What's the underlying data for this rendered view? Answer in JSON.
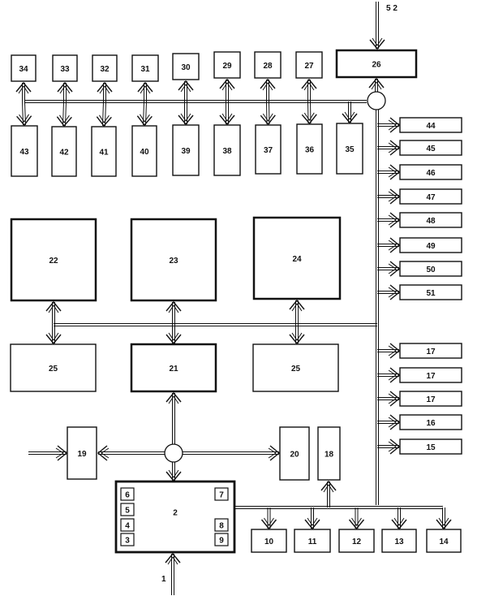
{
  "diagram": {
    "type": "block-diagram",
    "description": "System block diagram with buses, junction nodes and numbered units",
    "inputs": [
      {
        "id": "in-1",
        "label": "1",
        "target": "2"
      },
      {
        "id": "in-52",
        "label": "5 2",
        "target": "26"
      },
      {
        "id": "in-19",
        "label": "",
        "target": "19"
      }
    ],
    "blocks": [
      {
        "id": "b34",
        "label": "34",
        "group": "top-row-upper"
      },
      {
        "id": "b33",
        "label": "33",
        "group": "top-row-upper"
      },
      {
        "id": "b32",
        "label": "32",
        "group": "top-row-upper"
      },
      {
        "id": "b31",
        "label": "31",
        "group": "top-row-upper"
      },
      {
        "id": "b30",
        "label": "30",
        "group": "top-row-upper"
      },
      {
        "id": "b29",
        "label": "29",
        "group": "top-row-upper"
      },
      {
        "id": "b28",
        "label": "28",
        "group": "top-row-upper"
      },
      {
        "id": "b27",
        "label": "27",
        "group": "top-row-upper"
      },
      {
        "id": "b26",
        "label": "26",
        "group": "controller",
        "emphasis": "bold"
      },
      {
        "id": "b43",
        "label": "43",
        "group": "top-row-lower"
      },
      {
        "id": "b42",
        "label": "42",
        "group": "top-row-lower"
      },
      {
        "id": "b41",
        "label": "41",
        "group": "top-row-lower"
      },
      {
        "id": "b40",
        "label": "40",
        "group": "top-row-lower"
      },
      {
        "id": "b39",
        "label": "39",
        "group": "top-row-lower"
      },
      {
        "id": "b38",
        "label": "38",
        "group": "top-row-lower"
      },
      {
        "id": "b37",
        "label": "37",
        "group": "top-row-lower"
      },
      {
        "id": "b36",
        "label": "36",
        "group": "top-row-lower"
      },
      {
        "id": "b35",
        "label": "35",
        "group": "top-row-lower"
      },
      {
        "id": "b44",
        "label": "44",
        "group": "right-column"
      },
      {
        "id": "b45",
        "label": "45",
        "group": "right-column"
      },
      {
        "id": "b46",
        "label": "46",
        "group": "right-column"
      },
      {
        "id": "b47",
        "label": "47",
        "group": "right-column"
      },
      {
        "id": "b48",
        "label": "48",
        "group": "right-column"
      },
      {
        "id": "b49",
        "label": "49",
        "group": "right-column"
      },
      {
        "id": "b50",
        "label": "50",
        "group": "right-column"
      },
      {
        "id": "b51",
        "label": "51",
        "group": "right-column"
      },
      {
        "id": "b22",
        "label": "22",
        "group": "large",
        "emphasis": "bold"
      },
      {
        "id": "b23",
        "label": "23",
        "group": "large",
        "emphasis": "bold"
      },
      {
        "id": "b24",
        "label": "24",
        "group": "large",
        "emphasis": "bold"
      },
      {
        "id": "b25a",
        "label": "25",
        "group": "middle"
      },
      {
        "id": "b21",
        "label": "21",
        "group": "middle",
        "emphasis": "bold"
      },
      {
        "id": "b25b",
        "label": "25",
        "group": "middle"
      },
      {
        "id": "b17a",
        "label": "17",
        "group": "right-column-lower"
      },
      {
        "id": "b17b",
        "label": "17",
        "group": "right-column-lower"
      },
      {
        "id": "b17c",
        "label": "17",
        "group": "right-column-lower"
      },
      {
        "id": "b16",
        "label": "16",
        "group": "right-column-lower"
      },
      {
        "id": "b15",
        "label": "15",
        "group": "right-column-lower"
      },
      {
        "id": "b19",
        "label": "19",
        "group": "lower"
      },
      {
        "id": "b20",
        "label": "20",
        "group": "lower"
      },
      {
        "id": "b18",
        "label": "18",
        "group": "lower"
      },
      {
        "id": "b2",
        "label": "2",
        "group": "main-unit",
        "emphasis": "bold",
        "sub_blocks": [
          {
            "id": "s6a",
            "label": "6"
          },
          {
            "id": "s5",
            "label": "5"
          },
          {
            "id": "s4",
            "label": "4"
          },
          {
            "id": "s3",
            "label": "3"
          },
          {
            "id": "s7",
            "label": "7"
          },
          {
            "id": "s8",
            "label": "8"
          },
          {
            "id": "s9",
            "label": "9"
          }
        ]
      },
      {
        "id": "b10",
        "label": "10",
        "group": "bottom-row"
      },
      {
        "id": "b11",
        "label": "11",
        "group": "bottom-row"
      },
      {
        "id": "b12",
        "label": "12",
        "group": "bottom-row"
      },
      {
        "id": "b13",
        "label": "13",
        "group": "bottom-row"
      },
      {
        "id": "b14",
        "label": "14",
        "group": "bottom-row"
      }
    ],
    "connections": [
      {
        "from": "in-52",
        "to": "b26",
        "type": "arrow"
      },
      {
        "from": "node-top",
        "to": "b26",
        "type": "arrow"
      },
      {
        "from": "top-bus",
        "to": [
          "b34",
          "b33",
          "b32",
          "b31",
          "b30",
          "b29",
          "b28",
          "b27"
        ],
        "type": "bidirectional"
      },
      {
        "from": "top-bus",
        "to": [
          "b43",
          "b42",
          "b41",
          "b40",
          "b39",
          "b38",
          "b37",
          "b36",
          "b35"
        ],
        "type": "arrow"
      },
      {
        "from": "right-bus",
        "to": [
          "b44",
          "b45",
          "b46",
          "b47",
          "b48",
          "b49",
          "b50",
          "b51",
          "b17a",
          "b17b",
          "b17c",
          "b16",
          "b15"
        ],
        "type": "arrow"
      },
      {
        "from": "mid-bus",
        "to": [
          "b22",
          "b23",
          "b24"
        ],
        "type": "bidirectional"
      },
      {
        "from": "mid-bus",
        "to": [
          "b25a",
          "b21",
          "b25b"
        ],
        "type": "arrow"
      },
      {
        "from": "node-bottom",
        "to": "b21",
        "type": "bidirectional"
      },
      {
        "from": "node-bottom",
        "to": "b19",
        "type": "arrow"
      },
      {
        "from": "in-19",
        "to": "b19",
        "type": "arrow"
      },
      {
        "from": "node-bottom",
        "to": "b20",
        "type": "arrow"
      },
      {
        "from": "node-bottom",
        "to": "b2",
        "type": "arrow"
      },
      {
        "from": "bottom-bus",
        "to": [
          "b10",
          "b11",
          "b12",
          "b13",
          "b14"
        ],
        "type": "arrow"
      },
      {
        "from": "bottom-bus",
        "to": "b18",
        "type": "arrow"
      }
    ]
  }
}
